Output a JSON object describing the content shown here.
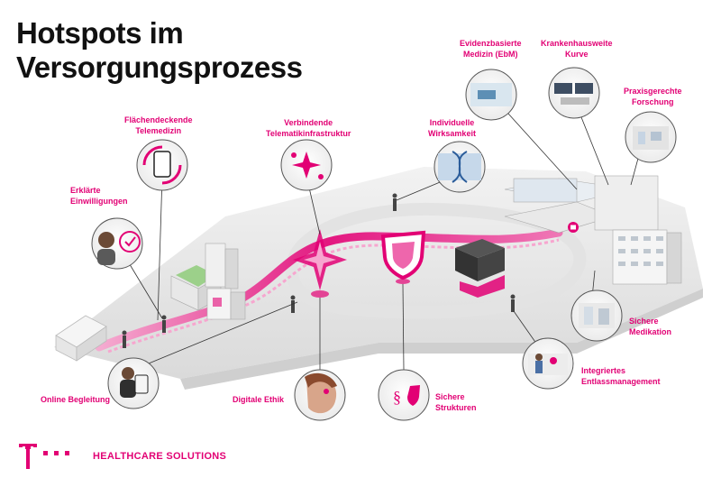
{
  "title_line1": "Hotspots im",
  "title_line2": "Versorgungsprozess",
  "brand": "HEALTHCARE SOLUTIONS",
  "accent_color": "#e20074",
  "hotspots": {
    "telemedizin": "Flächendeckende\nTelemedizin",
    "telematik": "Verbindende\nTelematikinfrastruktur",
    "wirksamkeit": "Individuelle\nWirksamkeit",
    "ebm": "Evidenzbasierte\nMedizin (EbM)",
    "kurve": "Krankenhausweite\nKurve",
    "forschung": "Praxisgerechte\nForschung",
    "einwilligungen": "Erklärte\nEinwilligungen",
    "medikation": "Sichere\nMedikation",
    "entlass": "Integriertes\nEntlassmanagement",
    "begleitung": "Online Begleitung",
    "ethik": "Digitale Ethik",
    "strukturen": "Sichere\nStrukturen"
  },
  "icons": {
    "telemedizin": "smartphone-sync-icon",
    "telematik": "network-star-icon",
    "wirksamkeit": "dna-icon",
    "ebm": "hospital-room-icon",
    "kurve": "monitor-wall-icon",
    "forschung": "lab-icon",
    "einwilligungen": "person-check-icon",
    "medikation": "pharmacy-icon",
    "entlass": "discharge-icon",
    "begleitung": "tablet-user-icon",
    "ethik": "face-icon",
    "strukturen": "paragraph-shield-icon"
  }
}
